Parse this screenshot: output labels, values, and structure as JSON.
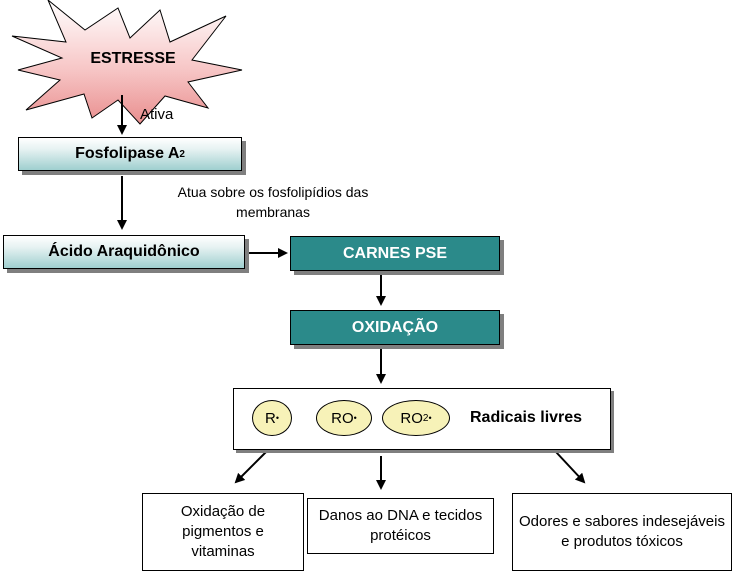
{
  "stress": {
    "label": "ESTRESSE"
  },
  "edge_labels": {
    "activates": "Ativa",
    "acts_on": "Atua sobre os fosfolipídios das membranas"
  },
  "enzyme": {
    "label": "Fosfolipase A",
    "subscript": "2"
  },
  "acid": {
    "label": "Ácido Araquidônico"
  },
  "pse": {
    "label": "CARNES PSE"
  },
  "oxidation": {
    "label": "OXIDAÇÃO"
  },
  "radicals": {
    "title": "Radicais livres",
    "species": [
      {
        "label": "R",
        "dot": "•",
        "sub": ""
      },
      {
        "label": "RO",
        "dot": "•",
        "sub": ""
      },
      {
        "label": "RO",
        "dot": "•",
        "sub": "2"
      }
    ]
  },
  "outcomes": [
    "Oxidação de pigmentos e vitaminas",
    "Danos ao DNA e tecidos protéicos",
    "Odores e sabores indesejáveis e produtos tóxicos"
  ],
  "colors": {
    "teal": "#2b8a8a",
    "burst": "#f7c7c7",
    "ellipse": "#f7f2b8"
  }
}
